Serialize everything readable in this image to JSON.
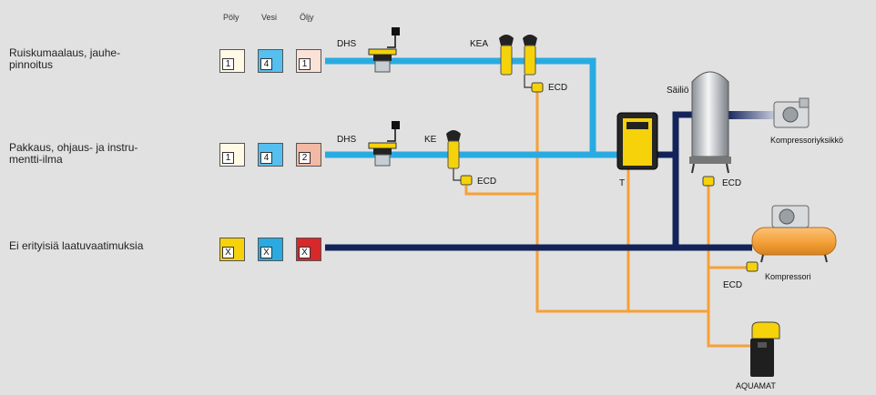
{
  "headers": {
    "dust": "Pöly",
    "water": "Vesi",
    "oil": "Öljy"
  },
  "rows": [
    {
      "label": "Ruiskumaalaus, jauhe-\npinnoitus",
      "classes": [
        "1",
        "4",
        "1"
      ]
    },
    {
      "label": "Pakkaus, ohjaus- ja instru-\nmentti-ilma",
      "classes": [
        "1",
        "4",
        "2"
      ]
    },
    {
      "label": "Ei erityisiä laatuvaatimuksia",
      "classes": [
        "X",
        "X",
        "X"
      ]
    }
  ],
  "components": {
    "dhs_top": "DHS",
    "dhs_mid": "DHS",
    "kea": "KEA",
    "ke": "KE",
    "ecd_top": "ECD",
    "ecd_mid": "ECD",
    "ecd_tank": "ECD",
    "ecd_comp": "ECD",
    "dryer": "T",
    "tank": "Säiliö",
    "compressor_unit": "Kompressoriyksikkö",
    "compressor": "Kompressori",
    "aquamat": "AQUAMAT"
  },
  "colors": {
    "background": "#e1e1e1",
    "clean_air_pipe": "#29abe2",
    "untreated_pipe": "#13235a",
    "condensate_pipe": "#f7a035",
    "filter_yellow": "#f5d20a",
    "compressor_orange": "#f5a33c",
    "oil_class_light": "#fbe2d8",
    "oil_class_2": "#f2b9a4",
    "dust_class_light": "#fff9e6",
    "water_class": "#55bff0",
    "x_dust": "#f5d20a",
    "x_water": "#29abe2",
    "x_oil": "#d8282a"
  },
  "icons": [
    "dhs-valve-icon",
    "filter-icon",
    "ecd-drain-icon",
    "dryer-icon",
    "tank-icon",
    "compressor-icon",
    "aquamat-icon"
  ]
}
